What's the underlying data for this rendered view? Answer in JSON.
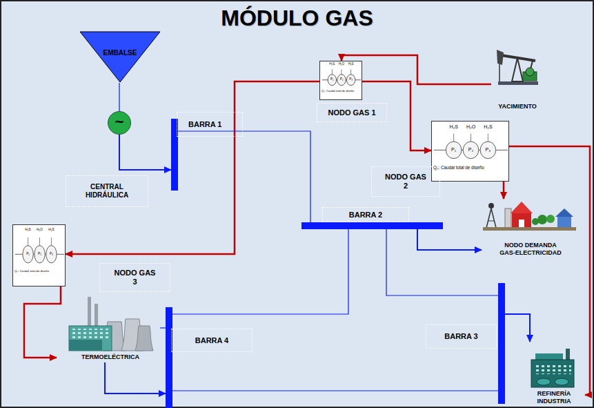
{
  "diagram": {
    "title": "MÓDULO GAS",
    "nodes": [
      {
        "text": [
          "EMBALSE"
        ]
      },
      {
        "text": [
          "H₂S",
          "H₂O",
          "H₂S",
          "P₁",
          "P₂",
          "P₃",
          "Q₀: Caudal total de diseño",
          "NODO GAS 1"
        ]
      },
      {
        "text": [
          "YACIMIENTO"
        ]
      },
      {
        "text": [
          "~"
        ]
      },
      {
        "text": [
          "BARRA 1"
        ]
      },
      {
        "text": [
          "H₂S",
          "H₂O",
          "H₂S",
          "P₁",
          "P₂",
          "P₃",
          "Q₀: Caudal total de diseño",
          "NODO GAS 2"
        ]
      },
      {
        "text": [
          "CENTRAL HIDRÁULICA"
        ]
      },
      {
        "text": [
          "BARRA 2"
        ]
      },
      {
        "text": [
          "NODO DEMANDA GAS-ELECTRICIDAD"
        ]
      },
      {
        "text": [
          "H₂S",
          "H₂O",
          "H₂S",
          "P₁",
          "P₂",
          "P₃",
          "Q₀: Caudal total de diseño",
          "NODO GAS 3"
        ]
      },
      {
        "text": [
          "BARRA 3"
        ]
      },
      {
        "text": [
          "BARRA 4"
        ]
      },
      {
        "text": [
          "TERMOELÉCTRICA"
        ]
      },
      {
        "text": [
          "REFINERÍA INDUSTRIA"
        ]
      }
    ],
    "edges": [
      {
        "from": 2,
        "to": 1,
        "arrow": "to"
      },
      {
        "from": 1,
        "to": 5,
        "arrow": "to"
      },
      {
        "from": 1,
        "to": 9,
        "arrow": "to"
      },
      {
        "from": 5,
        "to": 8,
        "arrow": "to"
      },
      {
        "from": 5,
        "to": 13,
        "arrow": "to"
      },
      {
        "from": 9,
        "to": 12,
        "arrow": "to"
      },
      {
        "from": 0,
        "to": 3,
        "arrow": "none"
      },
      {
        "from": 3,
        "to": 4,
        "arrow": "to"
      },
      {
        "from": 4,
        "to": 7,
        "arrow": "none"
      },
      {
        "from": 7,
        "to": 8,
        "arrow": "to"
      },
      {
        "from": 7,
        "to": 10,
        "arrow": "none"
      },
      {
        "from": 7,
        "to": 11,
        "arrow": "none"
      },
      {
        "from": 10,
        "to": 13,
        "arrow": "to"
      },
      {
        "from": 11,
        "to": 10,
        "arrow": "none"
      },
      {
        "from": 12,
        "to": 11,
        "arrow": "to"
      },
      {
        "from": 11,
        "to": 12,
        "arrow": "none"
      }
    ]
  }
}
